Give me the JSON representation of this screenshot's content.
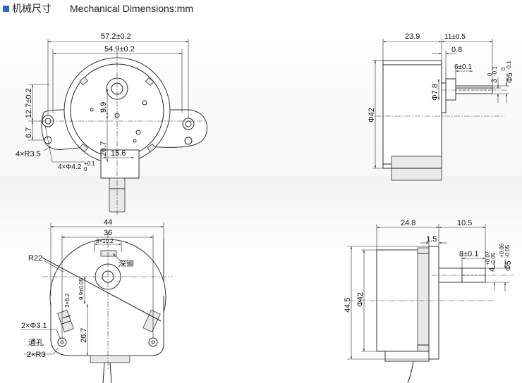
{
  "header": {
    "title_cn": "机械尺寸",
    "title_en": "Mechanical Dimensions:mm",
    "accent_color": "#2b67c6"
  },
  "top_front": {
    "d_57_2": "57.2±0.2",
    "d_54_9": "54.9±0.2",
    "d_12_7": "12.7±0.2",
    "d_6_7": "6.7",
    "d_9_9": "9.9",
    "d_26_7": "26.7",
    "d_15_6": "15.6",
    "r_3_5": "4×R3.5",
    "hole": "4×Φ4.2",
    "hole_tol_top": "+0.1",
    "hole_tol_bot": "0"
  },
  "top_side": {
    "d_23_9": "23.9",
    "d_11": "11±0.5",
    "d_0_8": "0.8",
    "d_6": "6±0.1",
    "d_phi42": "Φ42",
    "d_phi7_8": "Φ7.8",
    "d_3": "3",
    "d_3_tol_top": "0",
    "d_3_tol_bot": "-0.1",
    "d_phi5": "Φ5",
    "d_phi5_tol_top": "0",
    "d_phi5_tol_bot": "-0.1"
  },
  "bot_front": {
    "d_44": "44",
    "d_36": "36",
    "d_3x10_2": "3×10.2",
    "r22": "R22",
    "mark": "深铆",
    "d_9_9": "9.9±0.05",
    "d_3_6_2": "3×6.2",
    "d_26_7": "26.7",
    "hole": "2×Φ3.1",
    "through": "通孔",
    "r3": "2×R3"
  },
  "bot_side": {
    "d_24_8": "24.8",
    "d_10_5": "10.5",
    "d_1_5": "1.5",
    "d_8": "8±0.1",
    "d_44_5": "44.5",
    "d_phi42": "Φ42",
    "d_4": "4",
    "d_4_tol_top": "+0.07",
    "d_4_tol_bot": "-0.05",
    "d_phi5": "Φ5",
    "d_phi5_tol_top": "+0.06",
    "d_phi5_tol_bot": "-0.05"
  }
}
